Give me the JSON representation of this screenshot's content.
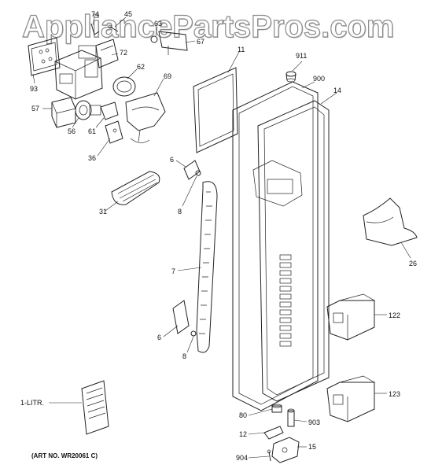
{
  "watermark": "AppliancePartsPros.com",
  "callouts": {
    "c74": "74",
    "c45": "45",
    "c63": "63",
    "c67": "67",
    "c72": "72",
    "c62": "62",
    "c69": "69",
    "c93": "93",
    "c57": "57",
    "c56": "56",
    "c61": "61",
    "c36": "36",
    "c11": "11",
    "c911": "911",
    "c900": "900",
    "c14": "14",
    "c6a": "6",
    "c8a": "8",
    "c31": "31",
    "c7": "7",
    "c6b": "6",
    "c8b": "8",
    "c26": "26",
    "c122": "122",
    "c123": "123",
    "c80": "80",
    "c903": "903",
    "c12": "12",
    "c15": "15",
    "c904": "904",
    "c1litr": "1-LITR."
  },
  "art_number": "(ART NO. WR20061 C)"
}
